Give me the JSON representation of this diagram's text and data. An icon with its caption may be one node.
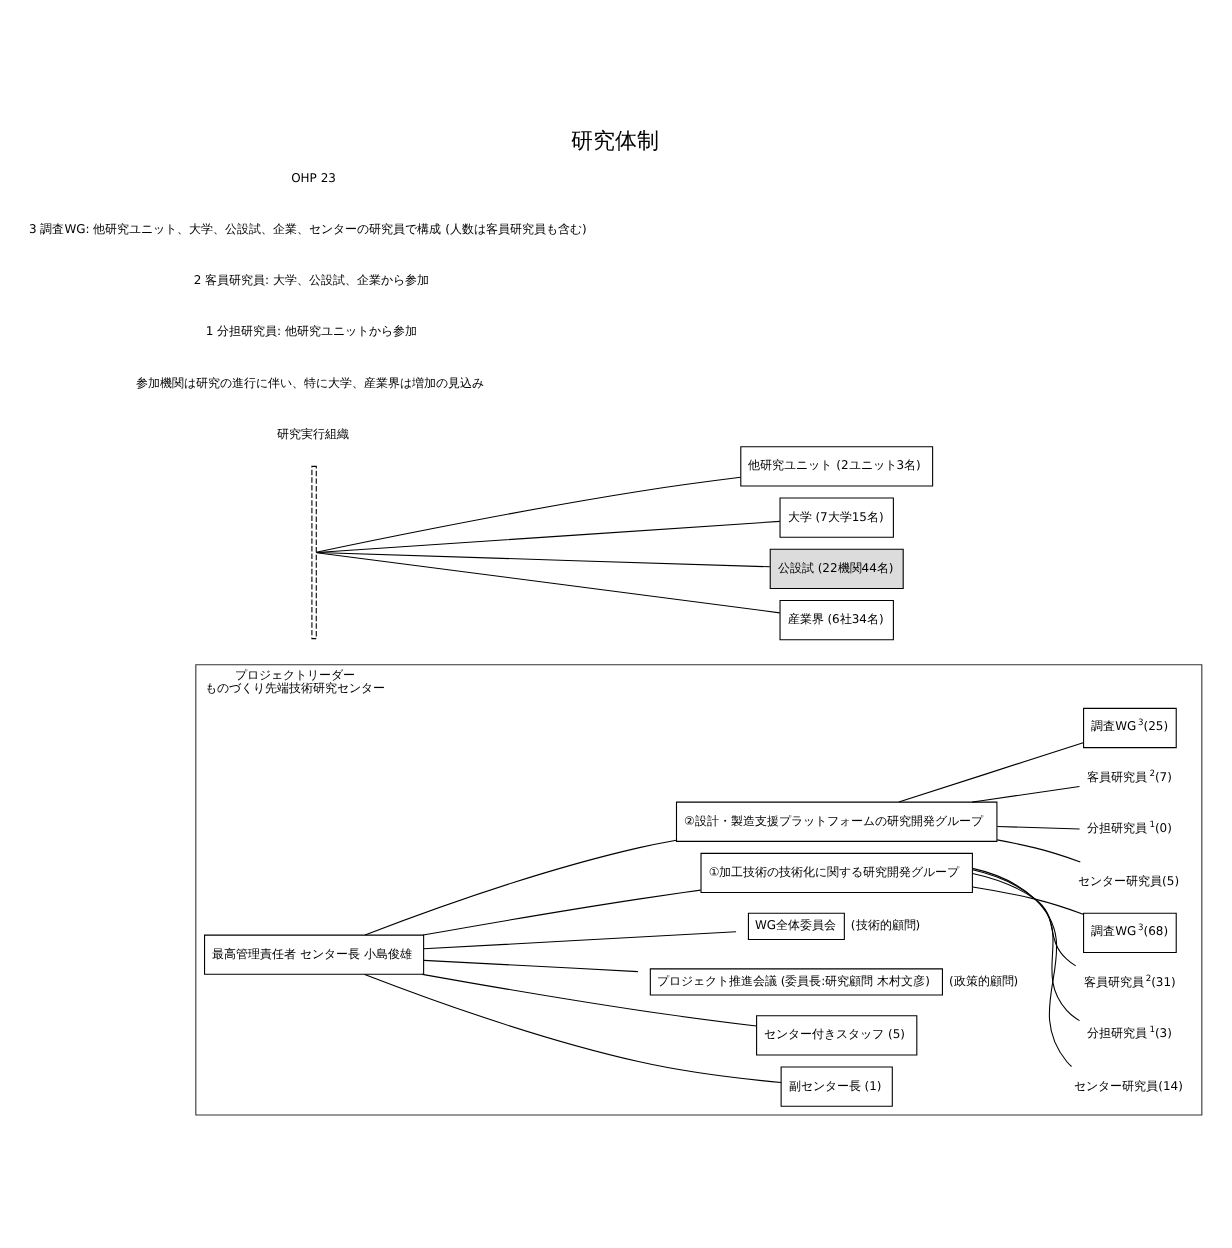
{
  "diagram": {
    "title": "研究体制",
    "nodes": [
      {
        "text": [
          "プロジェクトリーダー",
          "ものづくり先端技術研究センター"
        ]
      },
      {
        "text": [
          "最高管理責任者 センター長 小島俊雄"
        ],
        "in": 0
      },
      {
        "text": [
          "副センター長 (1)"
        ],
        "in": 0
      },
      {
        "text": [
          "センター付きスタッフ (5)"
        ],
        "in": 0
      },
      {
        "text": [
          "プロジェクト推進会議 (委員長:研究顧問 木村文彦)"
        ],
        "beside": [
          "(政策的顧問)"
        ],
        "in": 0
      },
      {
        "text": [
          "WG全体委員会"
        ],
        "beside": [
          "(技術的顧問)"
        ],
        "in": 0
      },
      {
        "text": [
          "①加工技術の技術化に関する研究開発グループ"
        ],
        "in": 0
      },
      {
        "text": [
          "②設計・製造支援プラットフォームの研究開発グループ"
        ],
        "in": 0
      },
      {
        "text": [
          "センター研究員(14)"
        ],
        "in": 0
      },
      {
        "text": [
          "分担研究員$^{1}$(3)"
        ],
        "in": 0
      },
      {
        "text": [
          "客員研究員$^{2}$(31)"
        ],
        "in": 0
      },
      {
        "text": [
          "調査WG$^{3}$(68)"
        ],
        "in": 0
      },
      {
        "text": [
          "センター研究員(5)"
        ],
        "in": 0
      },
      {
        "text": [
          "分担研究員$^{1}$(0)"
        ],
        "in": 0
      },
      {
        "text": [
          "客員研究員$^{2}$(7)"
        ],
        "in": 0
      },
      {
        "text": [
          "調査WG$^{3}$(25)"
        ],
        "in": 0
      },
      {
        "text": [],
        "shape": "bar"
      },
      {
        "text": [
          "他研究ユニット (2ユニット3名)"
        ]
      },
      {
        "text": [
          "大学 (7大学15名)"
        ]
      },
      {
        "text": [
          "公設試 (22機関44名)"
        ]
      },
      {
        "text": [
          "産業界 (6社34名)"
        ]
      }
    ],
    "edges": [
      {
        "from": 1,
        "to": 4,
        "arrow": "none"
      },
      {
        "from": 1,
        "to": 5,
        "arrow": "none"
      },
      {
        "from": 1,
        "to": 6,
        "arrow": "none"
      },
      {
        "from": 1,
        "to": 7,
        "arrow": "none"
      },
      {
        "from": 1,
        "to": 2,
        "arrow": "none"
      },
      {
        "from": 1,
        "to": 3,
        "arrow": "none"
      },
      {
        "from": 6,
        "to": 8,
        "arrow": "none"
      },
      {
        "from": 6,
        "to": 9,
        "arrow": "none"
      },
      {
        "from": 6,
        "to": 10,
        "arrow": "none"
      },
      {
        "from": 6,
        "to": 11,
        "arrow": "none"
      },
      {
        "from": 7,
        "to": 12,
        "arrow": "none"
      },
      {
        "from": 7,
        "to": 13,
        "arrow": "none"
      },
      {
        "from": 7,
        "to": 14,
        "arrow": "none"
      },
      {
        "from": 7,
        "to": 15,
        "arrow": "none"
      },
      {
        "from": 16,
        "to": 17,
        "arrow": "none"
      },
      {
        "from": 16,
        "to": 18,
        "arrow": "none"
      },
      {
        "from": 16,
        "to": 19,
        "arrow": "none"
      },
      {
        "from": 16,
        "to": 20,
        "arrow": "none"
      }
    ],
    "labels": [
      "研究実行組織",
      "参加機関は研究の進行に伴い、特に大学、産業界は増加の見込み",
      "1 分担研究員: 他研究ユニットから参加",
      "2 客員研究員: 大学、公設試、企業から参加",
      "3 調査WG: 他研究ユニット、大学、公設試、企業、センターの研究員で構成 (人数は客員研究員も含む)",
      "OHP 23"
    ]
  }
}
